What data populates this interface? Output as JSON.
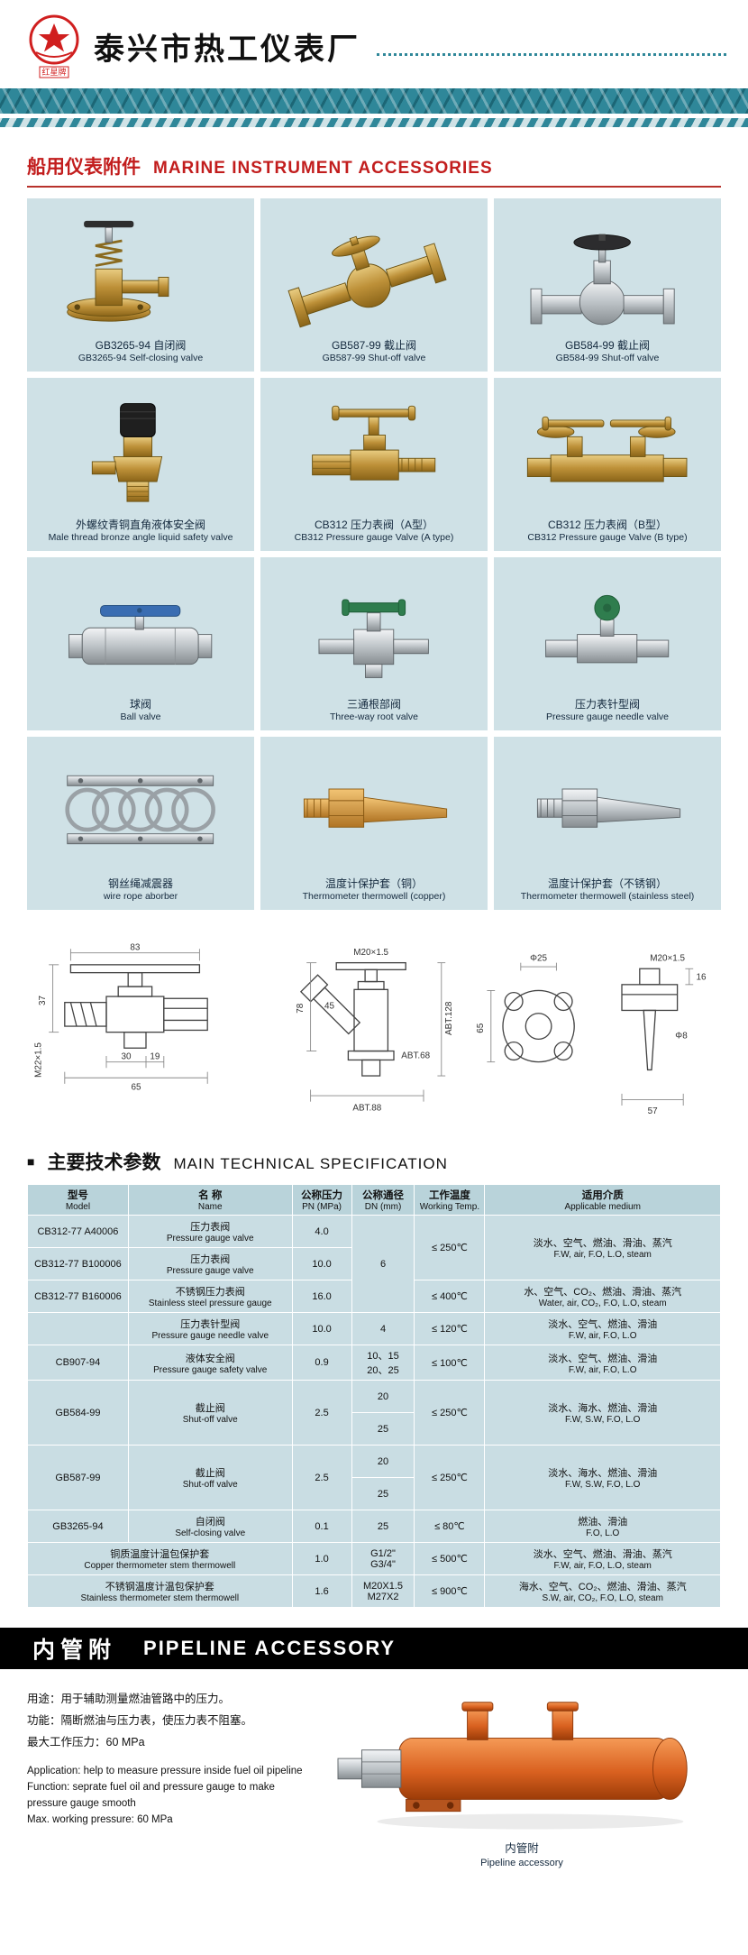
{
  "page": {
    "company_name": "泰兴市热工仪表厂",
    "logo_brand": "红星牌"
  },
  "colors": {
    "accent_red": "#c21d1d",
    "band_teal": "#2f8799",
    "cell_blue": "#cfe1e6",
    "banner_black": "#000000",
    "device_orange": "#d96120",
    "brass": "#bd9038",
    "steel": "#bdc3c7"
  },
  "marine_section": {
    "title_zh": "船用仪表附件",
    "title_en": "MARINE INSTRUMENT ACCESSORIES",
    "products": [
      {
        "zh": "GB3265-94 自闭阀",
        "en": "GB3265-94 Self-closing valve"
      },
      {
        "zh": "GB587-99 截止阀",
        "en": "GB587-99 Shut-off valve"
      },
      {
        "zh": "GB584-99 截止阀",
        "en": "GB584-99 Shut-off valve"
      },
      {
        "zh": "外螺纹青铜直角液体安全阀",
        "en": "Male thread bronze angle liquid safety valve"
      },
      {
        "zh": "CB312 压力表阀（A型）",
        "en": "CB312 Pressure gauge Valve (A type)"
      },
      {
        "zh": "CB312 压力表阀（B型）",
        "en": "CB312 Pressure gauge Valve (B type)"
      },
      {
        "zh": "球阀",
        "en": "Ball valve"
      },
      {
        "zh": "三通根部阀",
        "en": "Three-way root valve"
      },
      {
        "zh": "压力表针型阀",
        "en": "Pressure gauge needle valve"
      },
      {
        "zh": "钢丝绳减震器",
        "en": "wire rope aborber"
      },
      {
        "zh": "温度计保护套（铜）",
        "en": "Thermometer thermowell (copper)"
      },
      {
        "zh": "温度计保护套（不锈钢）",
        "en": "Thermometer thermowell (stainless steel)"
      }
    ]
  },
  "drawings": {
    "d1": [
      "83",
      "37",
      "M22×1.5",
      "30",
      "19",
      "65"
    ],
    "d2": [
      "M20×1.5",
      "78",
      "ABT.128",
      "45",
      "ABT.68",
      "ABT.88"
    ],
    "d3": [
      "Φ25",
      "M20×1.5",
      "65",
      "16",
      "Φ8",
      "57"
    ]
  },
  "spec_section": {
    "bullet": "■",
    "title_zh": "主要技术参数",
    "title_en": "MAIN TECHNICAL SPECIFICATION"
  },
  "spec_table": {
    "h_model_zh": "型号",
    "h_model_en": "Model",
    "h_name_zh": "名 称",
    "h_name_en": "Name",
    "h_pn_zh": "公称压力",
    "h_pn_en": "PN (MPa)",
    "h_dn_zh": "公称通径",
    "h_dn_en": "DN (mm)",
    "h_temp_zh": "工作温度",
    "h_temp_en": "Working Temp.",
    "h_medium_zh": "适用介质",
    "h_medium_en": "Applicable medium",
    "rows": {
      "r1": {
        "model": "CB312-77 A40006",
        "name_zh": "压力表阀",
        "name_en": "Pressure gauge valve",
        "pn": "4.0",
        "dn": "6",
        "temp": "≤ 250℃",
        "medium_zh": "淡水、空气、燃油、滑油、蒸汽",
        "medium_en": "F.W, air, F.O, L.O, steam"
      },
      "r2": {
        "model": "CB312-77 B100006",
        "name_zh": "压力表阀",
        "name_en": "Pressure gauge valve",
        "pn": "10.0"
      },
      "r3": {
        "model": "CB312-77 B160006",
        "name_zh": "不锈钢压力表阀",
        "name_en": "Stainless steel pressure gauge",
        "pn": "16.0",
        "temp": "≤ 400℃",
        "medium_zh": "水、空气、CO₂、燃油、滑油、蒸汽",
        "medium_en": "Water, air, CO₂, F.O, L.O, steam"
      },
      "r4": {
        "model": "",
        "name_zh": "压力表针型阀",
        "name_en": "Pressure gauge needle valve",
        "pn": "10.0",
        "dn": "4",
        "temp": "≤ 120℃",
        "medium_zh": "淡水、空气、燃油、滑油",
        "medium_en": "F.W, air, F.O, L.O"
      },
      "r5": {
        "model": "CB907-94",
        "name_zh": "液体安全阀",
        "name_en": "Pressure gauge safety valve",
        "pn": "0.9",
        "dn1": "10、15",
        "dn2": "20、25",
        "temp": "≤ 100℃",
        "medium_zh": "淡水、空气、燃油、滑油",
        "medium_en": "F.W, air, F.O, L.O"
      },
      "r6": {
        "model": "GB584-99",
        "name_zh": "截止阀",
        "name_en": "Shut-off valve",
        "pn": "2.5",
        "dn1": "20",
        "dn2": "25",
        "temp": "≤ 250℃",
        "medium_zh": "淡水、海水、燃油、滑油",
        "medium_en": "F.W, S.W, F.O, L.O"
      },
      "r7": {
        "model": "GB587-99",
        "name_zh": "截止阀",
        "name_en": "Shut-off valve",
        "pn": "2.5",
        "dn1": "20",
        "dn2": "25",
        "temp": "≤ 250℃",
        "medium_zh": "淡水、海水、燃油、滑油",
        "medium_en": "F.W, S.W, F.O, L.O"
      },
      "r8": {
        "model": "GB3265-94",
        "name_zh": "自闭阀",
        "name_en": "Self-closing valve",
        "pn": "0.1",
        "dn": "25",
        "temp": "≤ 80℃",
        "medium_zh": "燃油、滑油",
        "medium_en": "F.O, L.O"
      },
      "r9": {
        "name_zh": "铜质温度计温包保护套",
        "name_en": "Copper thermometer stem thermowell",
        "pn": "1.0",
        "dn1": "G1/2\"",
        "dn2": "G3/4\"",
        "temp": "≤ 500℃",
        "medium_zh": "淡水、空气、燃油、滑油、蒸汽",
        "medium_en": "F.W, air, F.O, L.O, steam"
      },
      "r10": {
        "name_zh": "不锈钢温度计温包保护套",
        "name_en": "Stainless thermometer stem thermowell",
        "pn": "1.6",
        "dn1": "M20X1.5",
        "dn2": "M27X2",
        "temp": "≤ 900℃",
        "medium_zh": "海水、空气、CO₂、燃油、滑油、蒸汽",
        "medium_en": "S.W, air, CO₂, F.O, L.O, steam"
      }
    }
  },
  "pipeline_section": {
    "banner_zh": "内管附",
    "banner_en": "PIPELINE ACCESSORY",
    "info_zh": [
      "用途：用于辅助测量燃油管路中的压力。",
      "功能：隔断燃油与压力表，使压力表不阻塞。",
      "最大工作压力：60 MPa"
    ],
    "info_en": [
      "Application: help to measure pressure inside fuel oil pipeline",
      "Function: seprate fuel oil and pressure gauge to make pressure gauge smooth",
      "Max. working pressure: 60 MPa"
    ],
    "caption_zh": "内管附",
    "caption_en": "Pipeline accessory"
  }
}
